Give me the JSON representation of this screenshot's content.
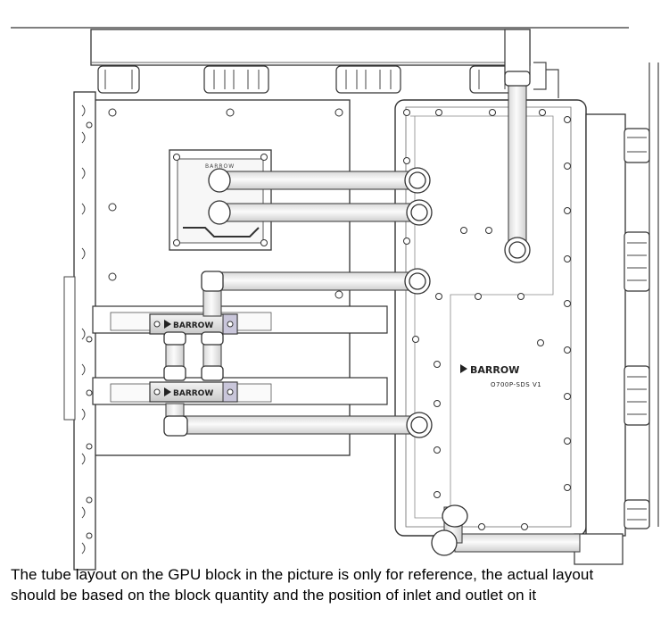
{
  "caption": {
    "line1": "The tube layout on the GPU block in the picture is only for reference, the actual layout",
    "line2": "should be based on the block quantity and the position of inlet and outlet on it"
  },
  "labels": {
    "cpu_brand": "BARROW",
    "gpu_brand_top": "BARROW",
    "gpu_brand_bottom": "BARROW",
    "plate_brand": "BARROW",
    "plate_model": "O700P-SDS V1"
  },
  "icons": {
    "brand_mark": "triangle-logo-icon"
  },
  "colors": {
    "line": "#333333",
    "tube": "#e4e4e4",
    "background": "#ffffff"
  }
}
